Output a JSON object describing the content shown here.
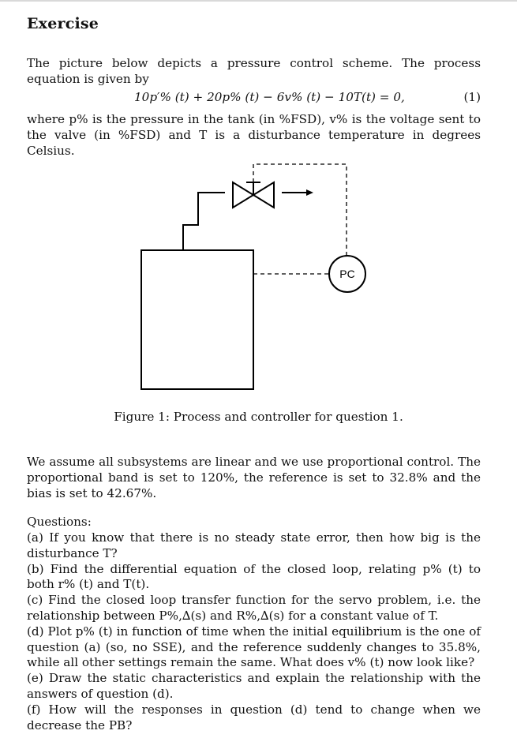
{
  "heading": "Exercise",
  "intro": "The picture below depicts a pressure control scheme. The process equation is given by",
  "equation": {
    "text": "10p′% (t) + 20p% (t) − 6v% (t) − 10T(t) = 0,",
    "number": "(1)"
  },
  "definitions": "where p% is the pressure in the tank (in %FSD), v% is the voltage sent to the valve (in %FSD) and T is a disturbance temperature in degrees Celsius.",
  "figure": {
    "controller_label": "PC",
    "caption": "Figure 1: Process and controller for question 1."
  },
  "assumptions": "We assume all subsystems are linear and we use proportional control. The proportional band is set to 120%, the reference is set to 32.8% and the bias is set to 42.67%.",
  "questions_heading": "Questions:",
  "questions": [
    "(a) If you know that there is no steady state error, then how big is the disturbance T?",
    "(b) Find the differential equation of the closed loop, relating p% (t) to both r% (t) and T(t).",
    "(c) Find the closed loop transfer function for the servo problem, i.e. the relationship between P%,∆(s) and R%,∆(s) for a constant value of T.",
    "(d) Plot p% (t) in function of time when the initial equilibrium is the one of question (a) (so, no SSE), and the reference suddenly changes to 35.8%, while all other settings remain the same. What does v% (t) now look like?",
    "(e) Draw the static characteristics and explain the relationship with the answers of question (d).",
    "(f) How will the responses in question (d) tend to change when we decrease the PB?"
  ]
}
